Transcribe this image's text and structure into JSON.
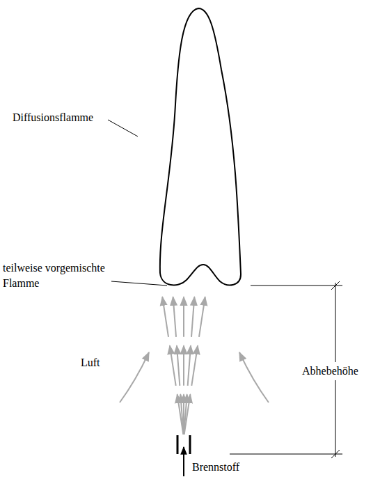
{
  "diagram": {
    "labels": [
      "Diffusionsflamme",
      "teilweise vorgemischte Flamme",
      "Luft",
      "Abhebehöhe",
      "Brennstoff"
    ]
  }
}
